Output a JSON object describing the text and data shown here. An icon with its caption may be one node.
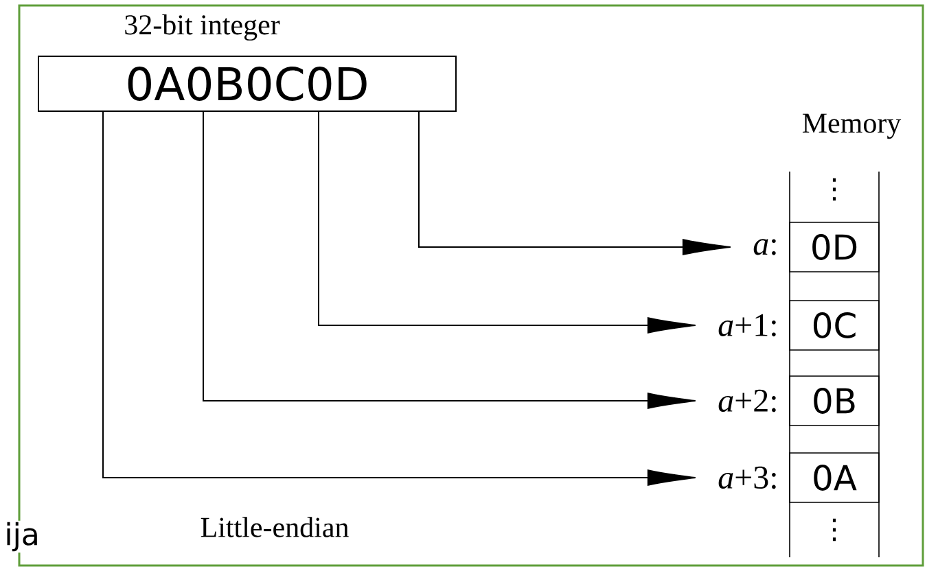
{
  "diagram": {
    "title": "32-bit integer",
    "caption": "Little-endian",
    "nodes": [
      {
        "text": [
          "0A0B0C0D"
        ]
      },
      {
        "text": [
          "0D"
        ],
        "beside": [
          "*a*:"
        ]
      },
      {
        "text": [
          "0C"
        ],
        "beside": [
          "*a*+1:"
        ]
      },
      {
        "text": [
          "0B"
        ],
        "beside": [
          "*a*+2:"
        ]
      },
      {
        "text": [
          "0A"
        ],
        "beside": [
          "*a*+3:"
        ]
      }
    ],
    "edges": [
      {
        "from": 0,
        "to": 1,
        "arrow": "to"
      },
      {
        "from": 0,
        "to": 2,
        "arrow": "to"
      },
      {
        "from": 0,
        "to": 3,
        "arrow": "to"
      },
      {
        "from": 0,
        "to": 4,
        "arrow": "to"
      }
    ],
    "labels": [
      "Memory",
      "⋮",
      "⋮",
      "ija"
    ]
  }
}
